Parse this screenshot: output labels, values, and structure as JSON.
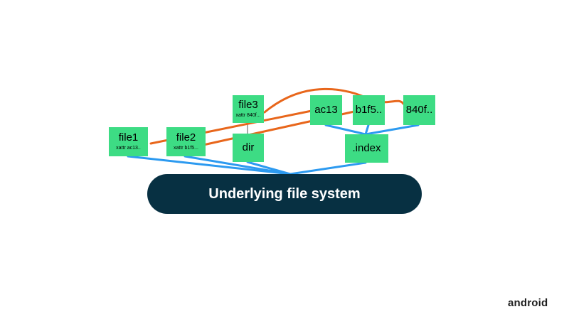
{
  "diagram": {
    "foundation_label": "Underlying file system",
    "nodes": {
      "file1": {
        "name": "file1",
        "xattr": "xattr ac13.."
      },
      "file2": {
        "name": "file2",
        "xattr": "xattr b1f5..."
      },
      "file3": {
        "name": "file3",
        "xattr": "xattr 840f..."
      },
      "dir": {
        "name": "dir"
      },
      "ac13": {
        "name": "ac13"
      },
      "b1f5": {
        "name": "b1f5.."
      },
      "f840": {
        "name": "840f.."
      },
      "index": {
        "name": ".index"
      }
    }
  },
  "branding": {
    "wordmark": "android"
  },
  "colors": {
    "node_fill": "#3ddc84",
    "link_xattr": "#e8661b",
    "link_structure": "#2c9af0",
    "foundation_fill": "#073042"
  }
}
